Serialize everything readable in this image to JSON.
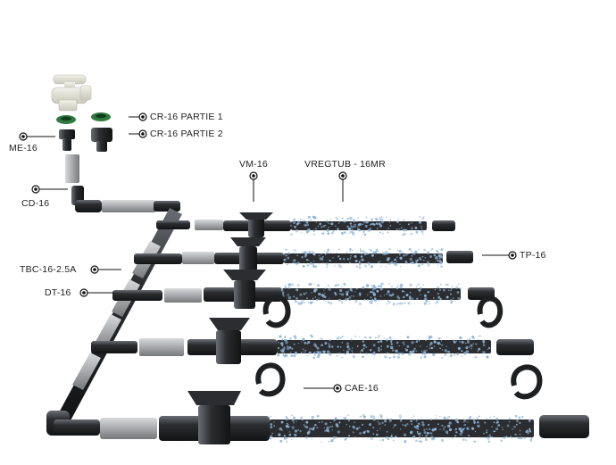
{
  "labels": {
    "cr16_partie1": "CR-16 PARTIE 1",
    "cr16_partie2": "CR-16 PARTIE 2",
    "me16": "ME-16",
    "vm16": "VM-16",
    "vregtub": "VREGTUB - 16MR",
    "cd16": "CD-16",
    "tbc16": "TBC-16-2.5A",
    "tp16": "TP-16",
    "dt16": "DT-16",
    "cae16": "CAE-16"
  },
  "colors": {
    "pipe": "#2b2d30",
    "pipe_highlight": "#6a6e74",
    "connector_gray": "#a7a9ac",
    "ring_green": "#2f7a3d",
    "dripper_dot": "#8fb6d9",
    "leader": "#111111"
  }
}
